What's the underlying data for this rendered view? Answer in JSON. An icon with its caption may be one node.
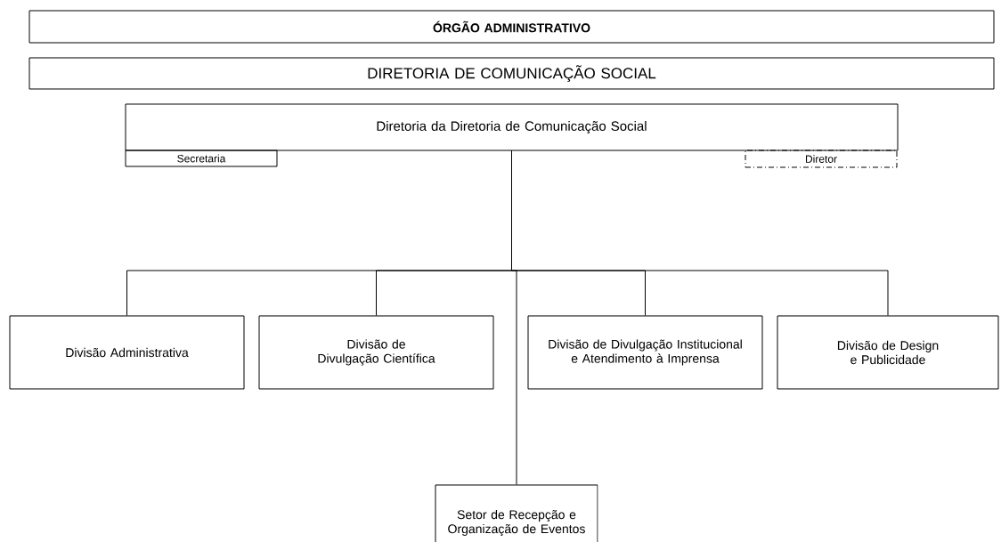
{
  "diagram": {
    "nodes": [
      {
        "text": [
          "ÓRGÃO ADMINISTRATIVO"
        ]
      },
      {
        "text": [
          "DIRETORIA DE COMUNICAÇÃO SOCIAL"
        ]
      },
      {
        "text": [
          "Diretoria da Diretoria de Comunicação Social"
        ]
      },
      {
        "text": [
          "Secretaria"
        ]
      },
      {
        "text": [
          "Diretor"
        ]
      },
      {
        "text": [
          "Divisão Administrativa"
        ]
      },
      {
        "text": [
          "Divisão de Divulgação Científica"
        ]
      },
      {
        "text": [
          "Divisão de Divulgação Institucional e Atendimento à Imprensa"
        ]
      },
      {
        "text": [
          "Divisão de Design e Publicidade"
        ]
      },
      {
        "text": [
          "Setor de Recepção e Organização de Eventos"
        ]
      }
    ],
    "edges": [
      {
        "from": 2,
        "to": 5,
        "arrow": "none"
      },
      {
        "from": 2,
        "to": 6,
        "arrow": "none"
      },
      {
        "from": 2,
        "to": 7,
        "arrow": "none"
      },
      {
        "from": 2,
        "to": 8,
        "arrow": "none"
      },
      {
        "from": 2,
        "to": 9,
        "arrow": "none"
      }
    ]
  }
}
